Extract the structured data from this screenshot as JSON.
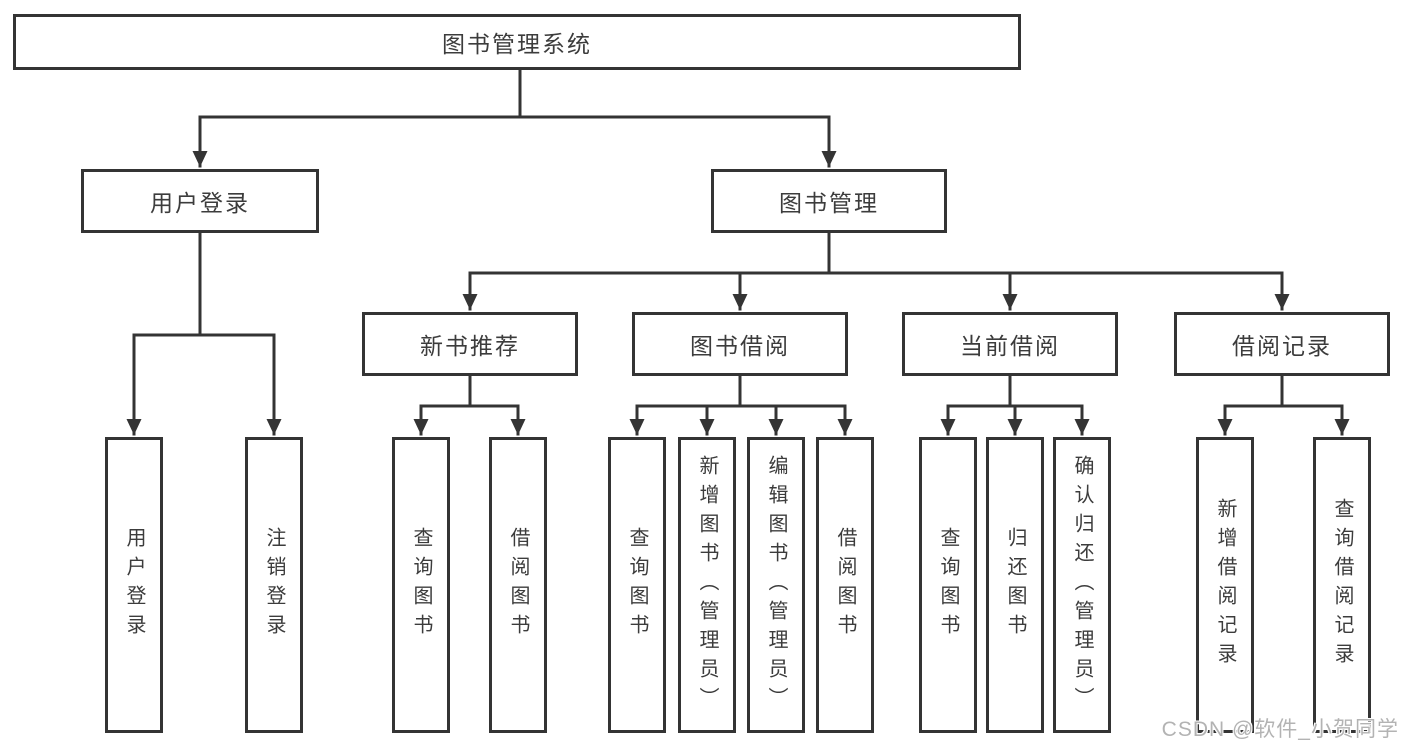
{
  "tree": {
    "label": "图书管理系统",
    "children": [
      {
        "label": "用户登录",
        "children": [
          {
            "label": "用户登录"
          },
          {
            "label": "注销登录"
          }
        ]
      },
      {
        "label": "图书管理",
        "children": [
          {
            "label": "新书推荐",
            "children": [
              {
                "label": "查询图书"
              },
              {
                "label": "借阅图书"
              }
            ]
          },
          {
            "label": "图书借阅",
            "children": [
              {
                "label": "查询图书"
              },
              {
                "label": "新增图书（管理员）"
              },
              {
                "label": "编辑图书（管理员）"
              },
              {
                "label": "借阅图书"
              }
            ]
          },
          {
            "label": "当前借阅",
            "children": [
              {
                "label": "查询图书"
              },
              {
                "label": "归还图书"
              },
              {
                "label": "确认归还（管理员）"
              }
            ]
          },
          {
            "label": "借阅记录",
            "children": [
              {
                "label": "新增借阅记录"
              },
              {
                "label": "查询借阅记录"
              }
            ]
          }
        ]
      }
    ]
  },
  "watermark": "CSDN @软件_小贺同学",
  "colors": {
    "line": "#343434",
    "box_border": "#343434",
    "text": "#3c3c3c",
    "background": "#ffffff",
    "watermark": "#b3b3b3"
  }
}
